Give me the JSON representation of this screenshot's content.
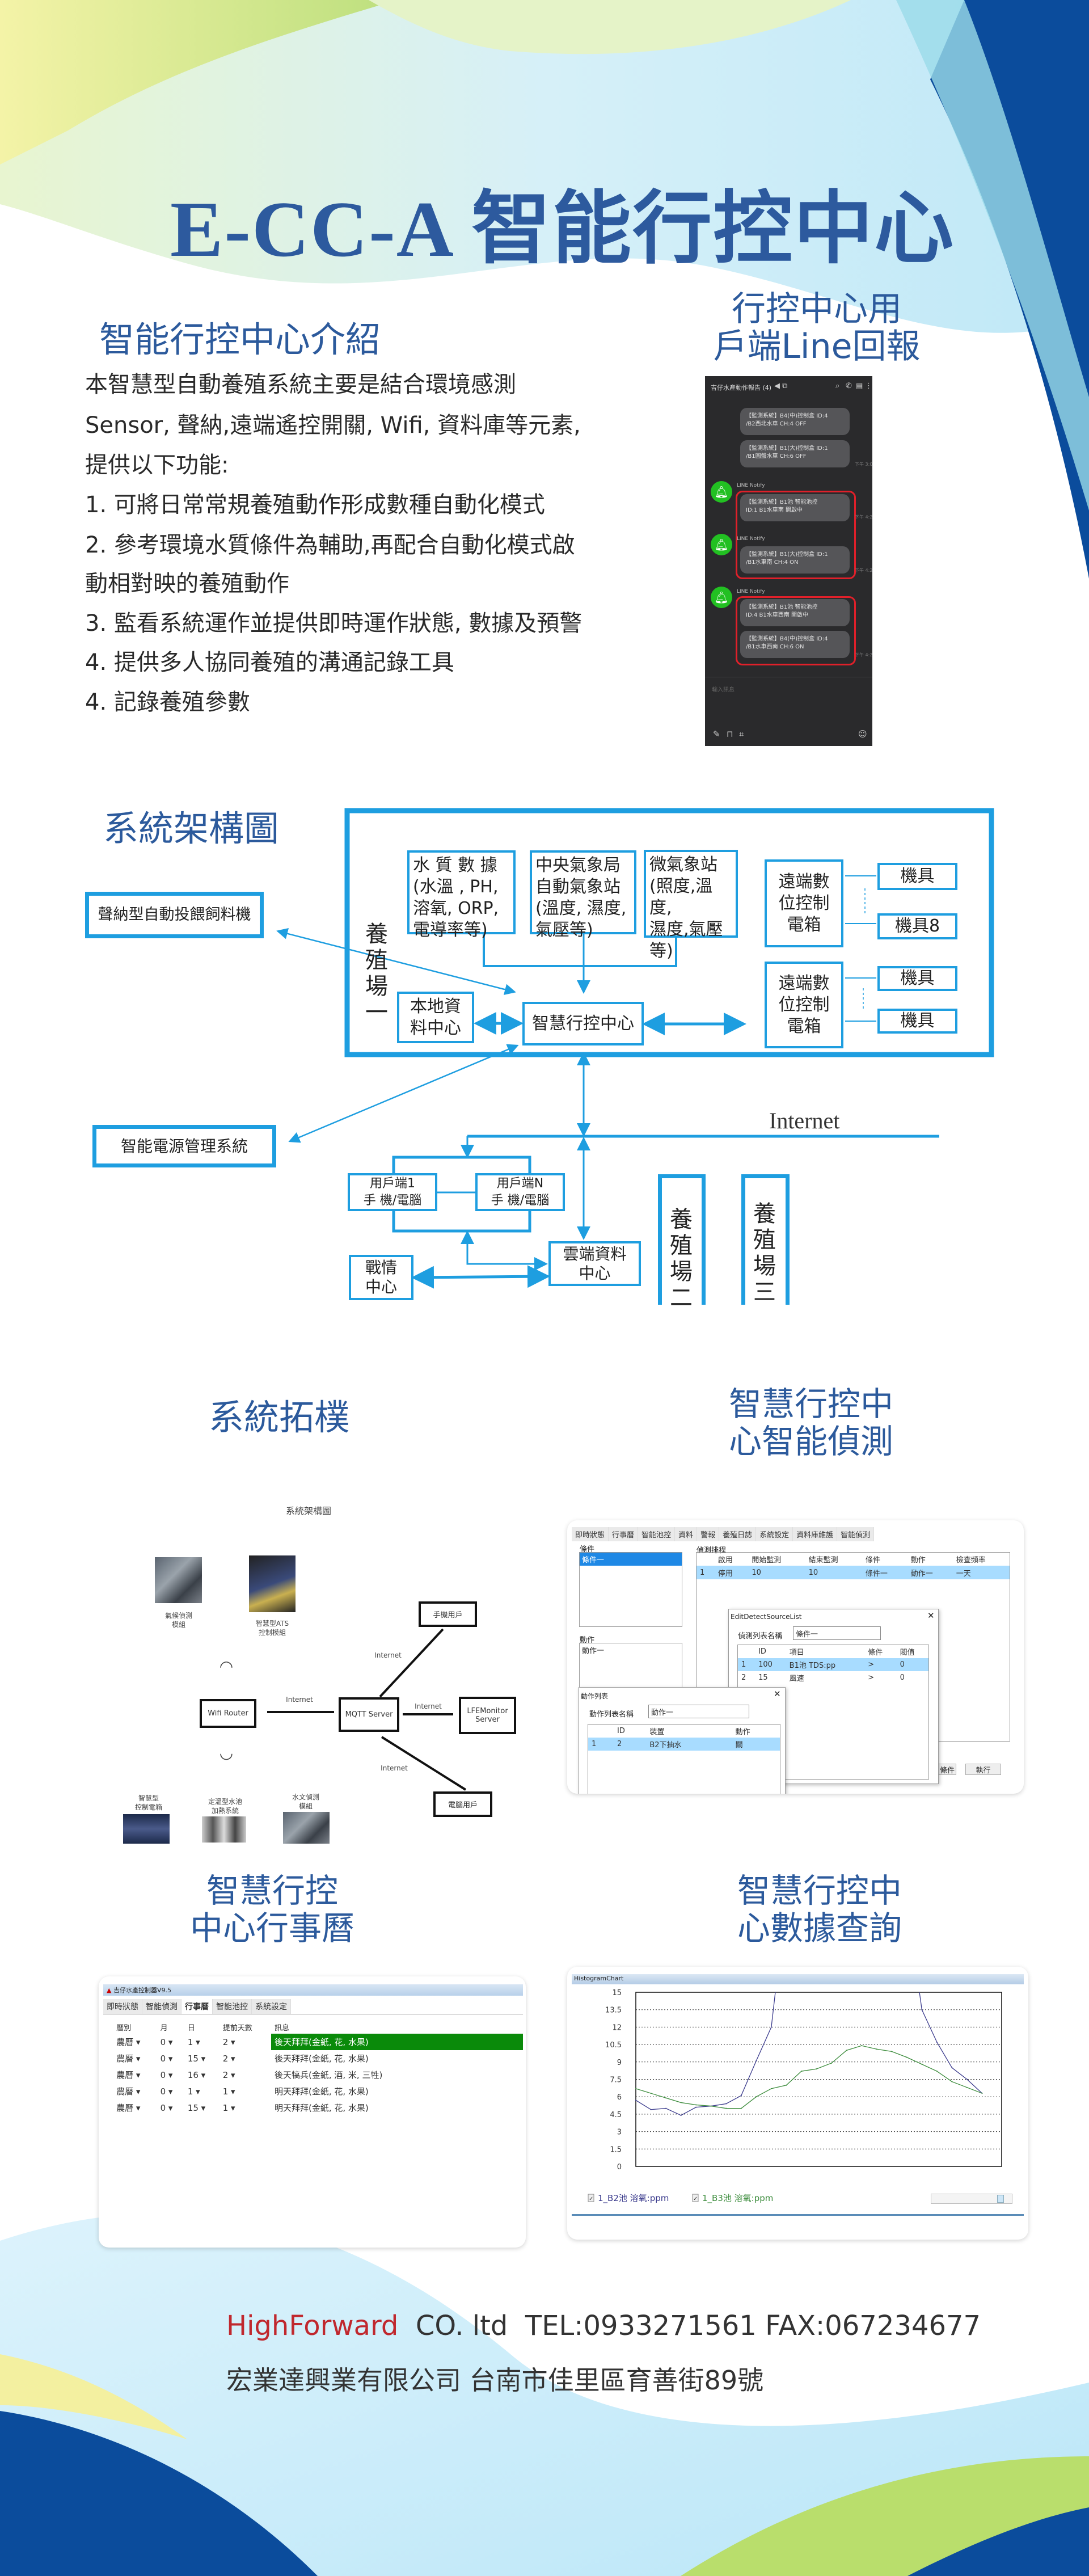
{
  "colors": {
    "heading": "#2c5a9c",
    "diagram_line": "#1e9ee0",
    "brand_red": "#c0282e",
    "line_green": "#22c022",
    "highlight_red": "#e0202a"
  },
  "title": "E-CC-A 智能行控中心",
  "intro": {
    "heading": "智能行控中心介紹",
    "lines": [
      "本智慧型自動養殖系統主要是結合環境感測",
      "Sensor, 聲納,遠端遙控開關, Wifi, 資料庫等元素,",
      "提供以下功能:",
      "1. 可將日常常規養殖動作形成數種自動化模式",
      "2. 參考環境水質條件為輔助,再配合自動化模式啟",
      "動相對映的養殖動作",
      "3. 監看系統運作並提供即時運作狀態, 數據及預警",
      "4. 提供多人協同養殖的溝通記錄工具",
      "4. 記錄養殖參數"
    ]
  },
  "line_report": {
    "heading_lines": [
      "行控中心用",
      "戶端Line回報"
    ],
    "chat": {
      "title": "吉仔水產動作報告 (4)",
      "messages": [
        {
          "text": "【監測系統】B4(中)控制盒 ID:4\n/B2西北水車 CH:4 OFF"
        },
        {
          "text": "【監測系統】B1(大)控制盒 ID:1\n/B1圓盤水車 CH:6 OFF",
          "time": "下午 3:00"
        },
        {
          "sender": "LINE Notify",
          "text": "【監測系統】B1池 智能池控\nID:1 B1水車南 開啟中",
          "time": "下午 4:20"
        },
        {
          "sender": "LINE Notify",
          "text": "【監測系統】B1(大)控制盒 ID:1\n/B1水車南 CH:4 ON",
          "time": "下午 4:21"
        },
        {
          "sender": "LINE Notify",
          "text": "【監測系統】B1池 智能池控\nID:4 B1水車西南 開啟中"
        },
        {
          "text": "【監測系統】B4(中)控制盒 ID:4\n/B1水車西南 CH:6 ON",
          "time": "下午 4:22"
        }
      ],
      "input_placeholder": "輸入訊息",
      "icons": [
        "search-icon",
        "phone-icon",
        "notes-icon",
        "more-icon",
        "attach-icon",
        "bookmark-icon",
        "crop-icon",
        "emoji-icon",
        "scroll-down-icon",
        "bell-icon"
      ]
    }
  },
  "architecture": {
    "heading": "系統架構圖",
    "water_quality": "水 質 數 據\n(水溫 , PH,\n溶氧, ORP,\n電導率等)",
    "cwb_station": "中央氣象局\n自動氣象站\n(溫度, 濕度,\n氣壓等)",
    "micro_station": "微氣象站\n(照度,溫度,\n濕度,氣壓\n等)",
    "remote_box": "遠端數\n位控制\n電箱",
    "machines": [
      "機具",
      "機具8",
      "機具",
      "機具"
    ],
    "farm1": "養殖場一",
    "local_data": "本地資\n料中心",
    "control_center": "智慧行控中心",
    "sonar_feeder": "聲納型自動投餵飼料機",
    "power_mgmt": "智能電源管理系統",
    "internet": "Internet",
    "client1": "用戶端1\n手 機/電腦",
    "clientN": "用戶端N\n手 機/電腦",
    "cloud": "雲端資料\n中心",
    "war_room": "戰情\n中心",
    "farm2": "養殖場二",
    "farm3": "養殖場三"
  },
  "topology": {
    "heading": "系統拓樸",
    "title": "系統架構圖",
    "weather_module": "氣候偵測\n模組",
    "ats_module": "智慧型ATS\n控制模組",
    "phone_user": "手機用戶",
    "wifi_router": "Wifi  Router",
    "mqtt": "MQTT Server",
    "lfe": "LFEMonitor\nServer",
    "pc_user": "電腦用戶",
    "internet": "Internet",
    "control_box": "智慧型\n控制電箱",
    "heating": "定溫型水池\n加熱系統",
    "hydro": "水文偵測\n模組"
  },
  "detection": {
    "heading_lines": [
      "智慧行控中",
      "心智能偵測"
    ],
    "tabs": [
      "即時狀態",
      "行事曆",
      "智能池控",
      "資料",
      "警報",
      "養殖日誌",
      "系統設定",
      "資料庫維護",
      "智能偵測"
    ],
    "conditions_label": "條件",
    "conditions": [
      "條件一"
    ],
    "actions_label": "動作",
    "actions": [
      "動作一"
    ],
    "schedule_label": "偵測排程",
    "schedule_headers": [
      "",
      "啟用",
      "開始監測",
      "結束監測",
      "條件",
      "動作",
      "檢查頻率"
    ],
    "schedule_rows": [
      [
        "1",
        "停用",
        "10",
        "10",
        "條件一",
        "動作一",
        "一天"
      ]
    ],
    "source_dialog": {
      "title": "EditDetectSourceList",
      "field_label": "偵測列表名稱",
      "field_value": "條件一",
      "headers": [
        "",
        "ID",
        "項目",
        "條件",
        "閥值"
      ],
      "rows": [
        [
          "1",
          "100",
          "B1池 TDS:pp",
          ">",
          "0"
        ],
        [
          "2",
          "15",
          "風速",
          ">",
          "0"
        ]
      ]
    },
    "action_dialog": {
      "title": "動作列表",
      "field_label": "動作列表名稱",
      "field_value": "動作一",
      "headers": [
        "",
        "ID",
        "裝置",
        "動作"
      ],
      "rows": [
        [
          "1",
          "2",
          "B2下抽水",
          "關"
        ]
      ]
    },
    "buttons": [
      "條件",
      "執行"
    ]
  },
  "calendar": {
    "heading_lines": [
      "智慧行控",
      "中心行事曆"
    ],
    "window_title": "吉仔水產控制器V9.5",
    "tabs": [
      "即時狀態",
      "智能偵測",
      "行事曆",
      "智能池控",
      "系統設定"
    ],
    "active_tab": "行事曆",
    "headers": [
      "曆別",
      "月",
      "日",
      "提前天數",
      "訊息"
    ],
    "rows": [
      [
        "農曆",
        "0",
        "1",
        "2",
        "後天拜拜(金紙, 花, 水果)"
      ],
      [
        "農曆",
        "0",
        "15",
        "2",
        "後天拜拜(金紙, 花, 水果)"
      ],
      [
        "農曆",
        "0",
        "16",
        "2",
        "後天犒兵(金紙, 酒, 米, 三牲)"
      ],
      [
        "農曆",
        "0",
        "1",
        "1",
        "明天拜拜(金紙, 花, 水果)"
      ],
      [
        "農曆",
        "0",
        "15",
        "1",
        "明天拜拜(金紙, 花, 水果)"
      ]
    ]
  },
  "data_query": {
    "heading_lines": [
      "智慧行控中",
      "心數據查詢"
    ],
    "window_title": "HistogramChart"
  },
  "chart_data": {
    "type": "line",
    "title": "",
    "ylim": [
      0,
      15
    ],
    "yticks": [
      "0",
      "1.5",
      "3",
      "4.5",
      "6",
      "7.5",
      "9",
      "10.5",
      "12",
      "13.5",
      "15"
    ],
    "grid": true,
    "legend": "bottom-left",
    "x": [
      0,
      1,
      2,
      3,
      4,
      5,
      6,
      7,
      8,
      9,
      10,
      11,
      12,
      13,
      14,
      15,
      16,
      17,
      18,
      19,
      20,
      21,
      22,
      23
    ],
    "series": [
      {
        "name": "1_B2池 溶氧:ppm",
        "color": "#3a3a8c",
        "values": [
          5.7,
          4.9,
          5.0,
          4.4,
          5.1,
          5.2,
          5.4,
          6.1,
          9.1,
          12.0,
          null,
          null,
          null,
          null,
          null,
          null,
          null,
          null,
          null,
          13.5,
          10.7,
          8.5,
          7.5,
          6.3
        ],
        "note_off_scale_above": 15
      },
      {
        "name": "1_B3池 溶氧:ppm",
        "color": "#3c8c3c",
        "values": [
          6.7,
          6.3,
          5.9,
          5.5,
          5.3,
          5.2,
          5.0,
          5.0,
          6.0,
          6.7,
          7.0,
          8.2,
          8.4,
          8.9,
          10.0,
          10.4,
          10.1,
          9.9,
          9.4,
          8.8,
          8.2,
          7.3,
          6.8,
          6.3
        ]
      }
    ]
  },
  "footer": {
    "brand": "HighForward",
    "company_en": "CO. ltd",
    "tel": "TEL:0933271561",
    "fax": "FAX:067234677",
    "line2": "宏業達興業有限公司 台南市佳里區育善街89號"
  }
}
